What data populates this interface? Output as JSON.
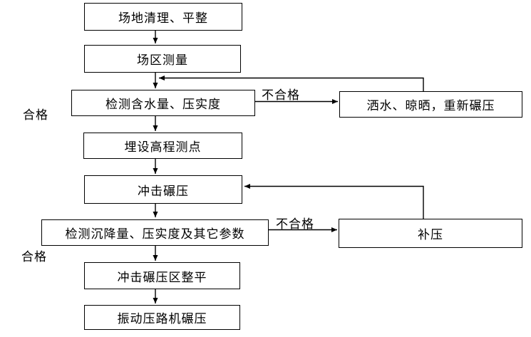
{
  "diagram": {
    "type": "flowchart",
    "nodes": [
      {
        "id": "main1",
        "label": "场地清理、平整"
      },
      {
        "id": "main2",
        "label": "场区测量"
      },
      {
        "id": "main3",
        "label": "检测含水量、压实度"
      },
      {
        "id": "main4",
        "label": "埋设高程测点"
      },
      {
        "id": "main5",
        "label": "冲击碾压"
      },
      {
        "id": "main6",
        "label": "检测沉降量、压实度及其它参数"
      },
      {
        "id": "main7",
        "label": "冲击碾压区整平"
      },
      {
        "id": "main8",
        "label": "振动压路机碾压"
      },
      {
        "id": "side1",
        "label": "洒水、晾晒，重新碾压"
      },
      {
        "id": "side2",
        "label": "补压"
      }
    ],
    "labels": {
      "pass1": "合格",
      "fail1": "不合格",
      "pass2": "合格",
      "fail2": "不合格"
    },
    "edges": [
      {
        "from": "main1",
        "to": "main2"
      },
      {
        "from": "main2",
        "to": "main3"
      },
      {
        "from": "main3",
        "to": "main4",
        "label": "合格"
      },
      {
        "from": "main3",
        "to": "side1",
        "label": "不合格"
      },
      {
        "from": "side1",
        "to": "main3",
        "type": "feedback"
      },
      {
        "from": "main4",
        "to": "main5"
      },
      {
        "from": "side2",
        "to": "main5",
        "type": "feedback"
      },
      {
        "from": "main5",
        "to": "main6"
      },
      {
        "from": "main6",
        "to": "main7",
        "label": "合格"
      },
      {
        "from": "main6",
        "to": "side2",
        "label": "不合格"
      },
      {
        "from": "main7",
        "to": "main8"
      }
    ],
    "colors": {
      "line": "#000000",
      "box_border": "#000000",
      "box_fill": "#ffffff",
      "text": "#000000",
      "background": "#ffffff"
    }
  }
}
